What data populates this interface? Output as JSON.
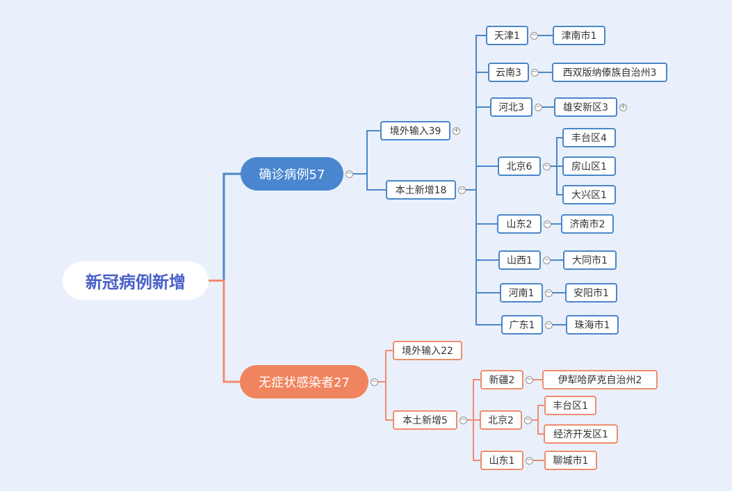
{
  "colors": {
    "background": "#e9f0fb",
    "cool_branch": "#4a86c8",
    "cool_fill": "#4a86d0",
    "warm_branch": "#ee8c6e",
    "warm_fill": "#f0845e",
    "root_text": "#4a60c8"
  },
  "icons": {
    "collapse": "minus-circle-icon",
    "expand": "plus-circle-icon"
  },
  "mindmap": {
    "id": "root",
    "label": "新冠病例新增",
    "children": [
      {
        "id": "confirmed",
        "label": "确诊病例57",
        "branch": "cool",
        "state": "expanded",
        "children": [
          {
            "id": "confirmed-imported",
            "label": "境外输入39",
            "state": "collapsed",
            "children": []
          },
          {
            "id": "confirmed-local",
            "label": "本土新增18",
            "state": "expanded",
            "children": [
              {
                "id": "tianjin",
                "label": "天津1",
                "state": "expanded",
                "children": [
                  {
                    "id": "jinnan",
                    "label": "津南市1",
                    "children": []
                  }
                ]
              },
              {
                "id": "yunnan",
                "label": "云南3",
                "state": "expanded",
                "children": [
                  {
                    "id": "xishuangbanna",
                    "label": "西双版纳傣族自治州3",
                    "children": []
                  }
                ]
              },
              {
                "id": "hebei",
                "label": "河北3",
                "state": "expanded",
                "children": [
                  {
                    "id": "xiongan",
                    "label": "雄安新区3",
                    "state": "collapsed",
                    "children": []
                  }
                ]
              },
              {
                "id": "beijing",
                "label": "北京6",
                "state": "expanded",
                "children": [
                  {
                    "id": "fengtai",
                    "label": "丰台区4",
                    "children": []
                  },
                  {
                    "id": "fangshan",
                    "label": "房山区1",
                    "children": []
                  },
                  {
                    "id": "daxing",
                    "label": "大兴区1",
                    "children": []
                  }
                ]
              },
              {
                "id": "shandong",
                "label": "山东2",
                "state": "expanded",
                "children": [
                  {
                    "id": "jinan",
                    "label": "济南市2",
                    "children": []
                  }
                ]
              },
              {
                "id": "shanxi",
                "label": "山西1",
                "state": "expanded",
                "children": [
                  {
                    "id": "datong",
                    "label": "大同市1",
                    "children": []
                  }
                ]
              },
              {
                "id": "henan",
                "label": "河南1",
                "state": "expanded",
                "children": [
                  {
                    "id": "anyang",
                    "label": "安阳市1",
                    "children": []
                  }
                ]
              },
              {
                "id": "guangdong",
                "label": "广东1",
                "state": "expanded",
                "children": [
                  {
                    "id": "zhuhai",
                    "label": "珠海市1",
                    "children": []
                  }
                ]
              }
            ]
          }
        ]
      },
      {
        "id": "asymptomatic",
        "label": "无症状感染者27",
        "branch": "warm",
        "state": "expanded",
        "children": [
          {
            "id": "asym-imported",
            "label": "境外输入22",
            "children": []
          },
          {
            "id": "asym-local",
            "label": "本土新增5",
            "state": "expanded",
            "children": [
              {
                "id": "xinjiang",
                "label": "新疆2",
                "state": "expanded",
                "children": [
                  {
                    "id": "ili",
                    "label": "伊犁哈萨克自治州2",
                    "children": []
                  }
                ]
              },
              {
                "id": "beijing2",
                "label": "北京2",
                "state": "expanded",
                "children": [
                  {
                    "id": "fengtai2",
                    "label": "丰台区1",
                    "children": []
                  },
                  {
                    "id": "jingkai",
                    "label": "经济开发区1",
                    "children": []
                  }
                ]
              },
              {
                "id": "shandong2",
                "label": "山东1",
                "state": "expanded",
                "children": [
                  {
                    "id": "liaocheng",
                    "label": "聊城市1",
                    "children": []
                  }
                ]
              }
            ]
          }
        ]
      }
    ]
  }
}
